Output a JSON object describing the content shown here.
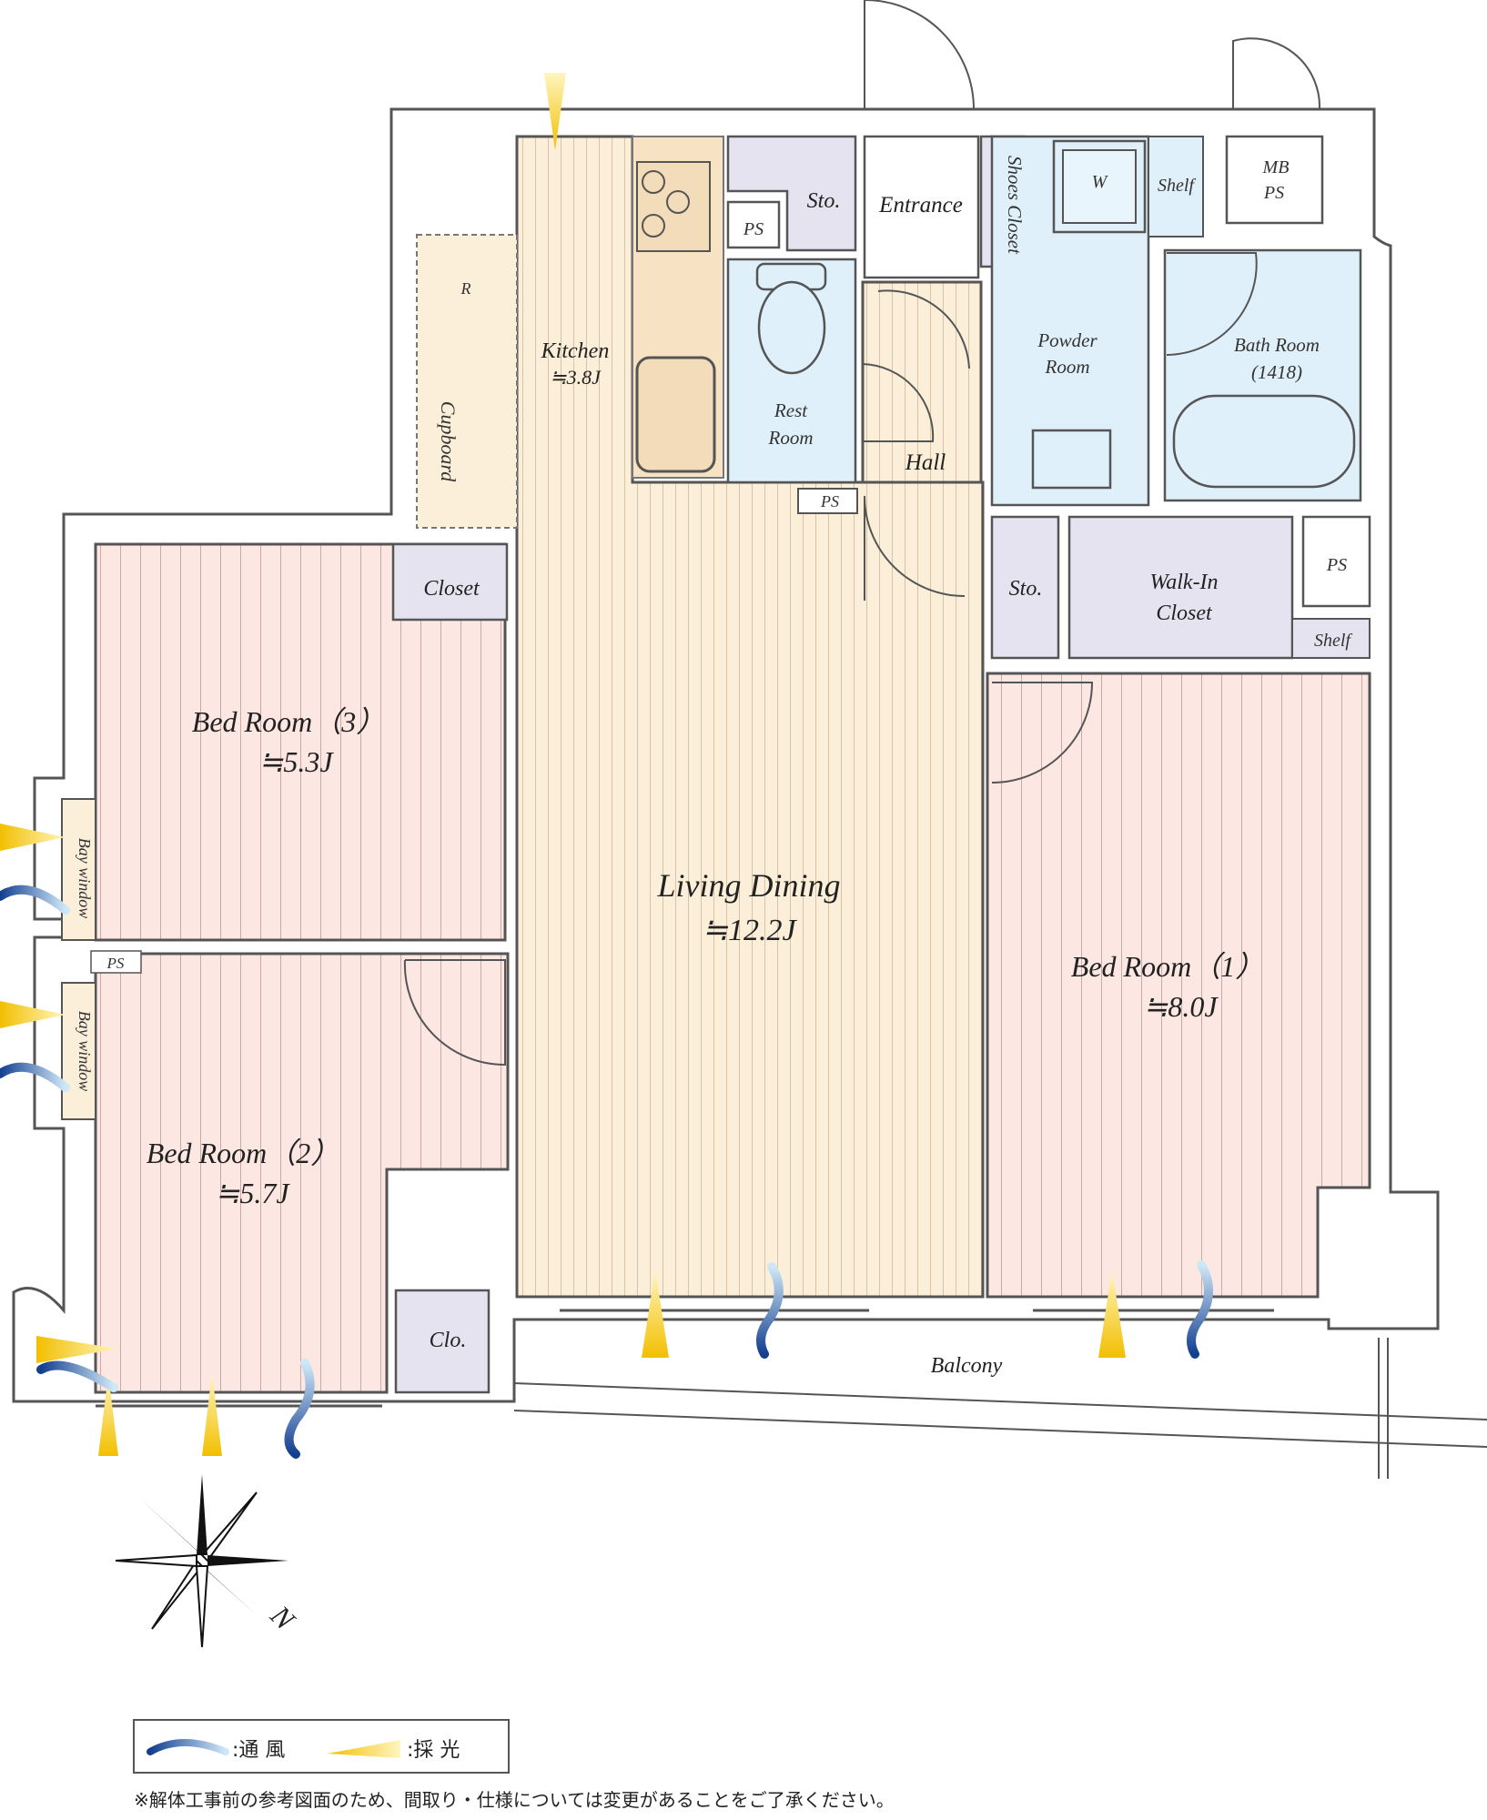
{
  "rooms": {
    "kitchen": {
      "label": "Kitchen",
      "size": "≒3.8J"
    },
    "living": {
      "label": "Living Dining",
      "size": "≒12.2J"
    },
    "bed1": {
      "label": "Bed Room（1）",
      "size": "≒8.0J"
    },
    "bed2": {
      "label": "Bed Room（2）",
      "size": "≒5.7J"
    },
    "bed3": {
      "label": "Bed Room（3）",
      "size": "≒5.3J"
    },
    "rest_room": {
      "line1": "Rest",
      "line2": "Room"
    },
    "powder_room": {
      "line1": "Powder",
      "line2": "Room"
    },
    "bath_room": {
      "line1": "Bath Room",
      "line2": "(1418)"
    },
    "walk_in_closet": {
      "line1": "Walk-In",
      "line2": "Closet"
    },
    "entrance": "Entrance",
    "hall": "Hall",
    "shoes_closet": "Shoes Closet",
    "balcony": "Balcony",
    "closet": "Closet",
    "clo": "Clo.",
    "cupboard": "Cupboard",
    "sto": "Sto.",
    "ps": "PS",
    "mb": "MB",
    "shelf": "Shelf",
    "w": "W",
    "r": "R",
    "bay_window": "Bay window"
  },
  "compass": {
    "north": "N"
  },
  "legend": {
    "ventilation": ":通 風",
    "lighting": ":採 光"
  },
  "footnote": "※解体工事前の参考図面のため、間取り・仕様については変更があることをご了承ください。",
  "colors": {
    "wood": "#fcefd9",
    "bedroom": "#fde7e2",
    "wet_area": "#dff0fa",
    "storage": "#e6e3f1",
    "wall": "#555555",
    "light_arrow": "#f5c400",
    "wind_arrow": "#1a4fa0"
  }
}
